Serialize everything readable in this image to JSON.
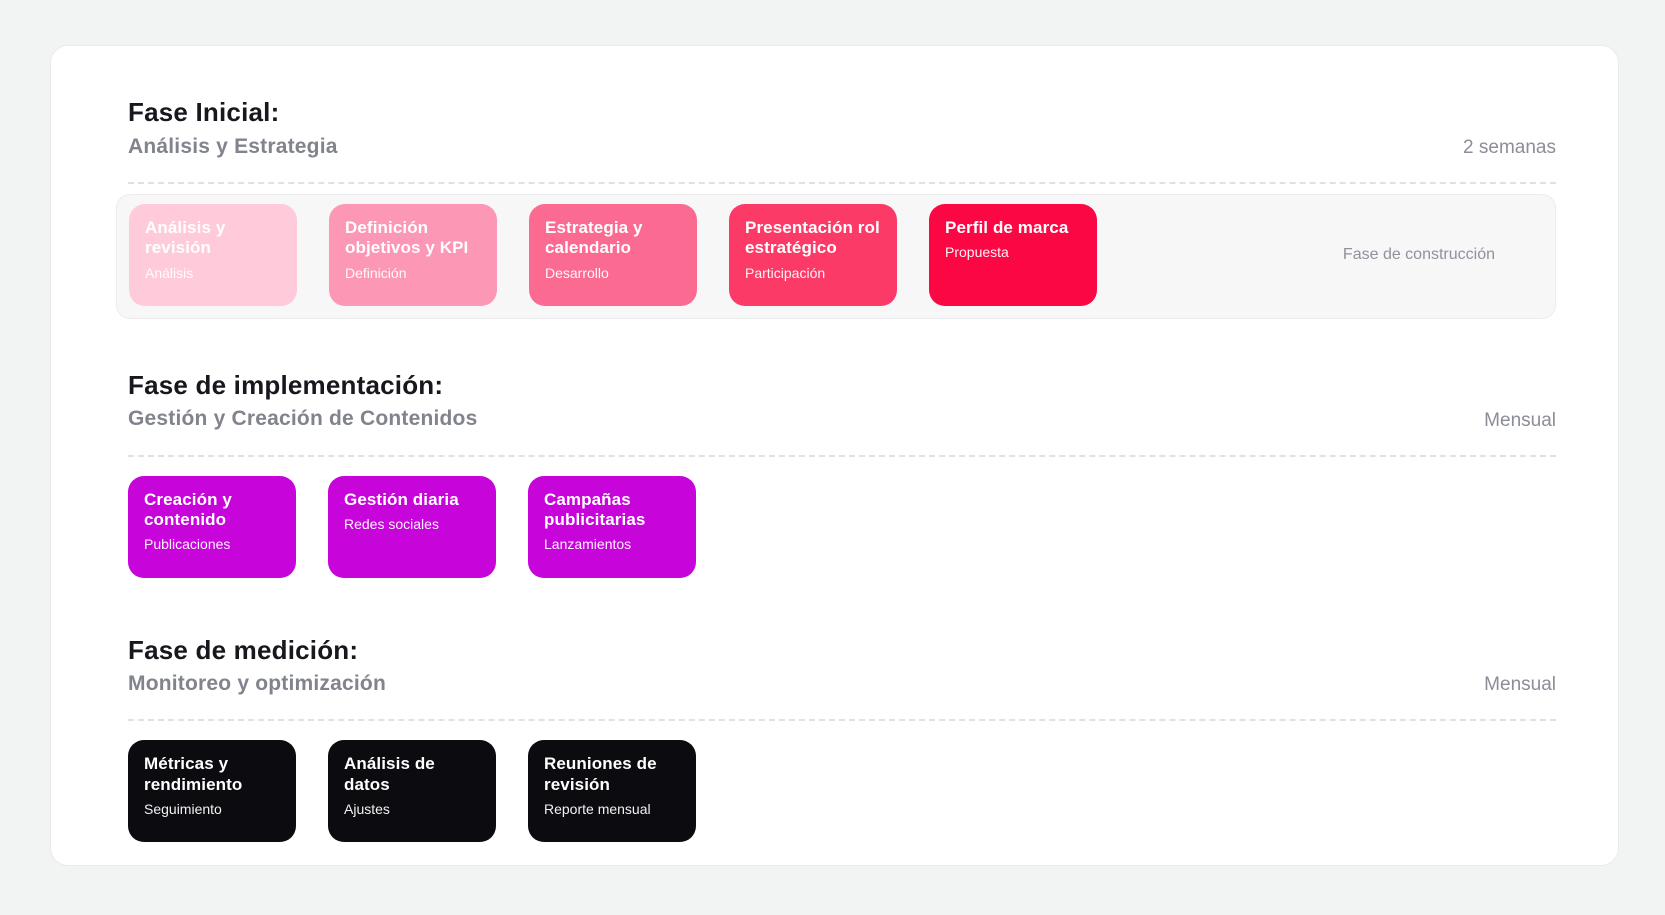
{
  "colors": {
    "page_background": "#f2f4f3",
    "card_background": "#ffffff",
    "heading_text": "#17171e",
    "subtitle_text": "#81838d",
    "duration_text": "#8b8d99",
    "dashed_divider": "#e0e1e5",
    "tray_background": "#f7f7f8",
    "tray_label_text": "#8f919c",
    "card_text": "#ffffff"
  },
  "phases": [
    {
      "title": "Fase Inicial:",
      "subtitle": "Análisis y Estrategia",
      "duration": "2 semanas",
      "tray_label": "Fase de construcción",
      "cards": [
        {
          "title": "Análisis y revisión",
          "label": "Análisis",
          "color": "#ffcbdb"
        },
        {
          "title": "Definición objetivos y KPI",
          "label": "Definición",
          "color": "#fc97b5"
        },
        {
          "title": "Estrategia y calendario",
          "label": "Desarrollo",
          "color": "#fb6b91"
        },
        {
          "title": "Presentación rol estratégico",
          "label": "Participación",
          "color": "#fc3a67"
        },
        {
          "title": "Perfil de marca",
          "label": "Propuesta",
          "color": "#fb0744"
        }
      ]
    },
    {
      "title": "Fase de implementación:",
      "subtitle": "Gestión y Creación de Contenidos",
      "duration": "Mensual",
      "cards": [
        {
          "title": "Creación y contenido",
          "label": "Publicaciones",
          "color": "#c704da"
        },
        {
          "title": "Gestión diaria",
          "label": "Redes sociales",
          "color": "#c704da"
        },
        {
          "title": "Campañas publicitarias",
          "label": "Lanzamientos",
          "color": "#c704da"
        }
      ]
    },
    {
      "title": "Fase de medición:",
      "subtitle": "Monitoreo y optimización",
      "duration": "Mensual",
      "cards": [
        {
          "title": "Métricas y rendimiento",
          "label": "Seguimiento",
          "color": "#0b0b10"
        },
        {
          "title": "Análisis de datos",
          "label": "Ajustes",
          "color": "#0b0b10"
        },
        {
          "title": "Reuniones de revisión",
          "label": "Reporte mensual",
          "color": "#0b0b10"
        }
      ]
    }
  ]
}
